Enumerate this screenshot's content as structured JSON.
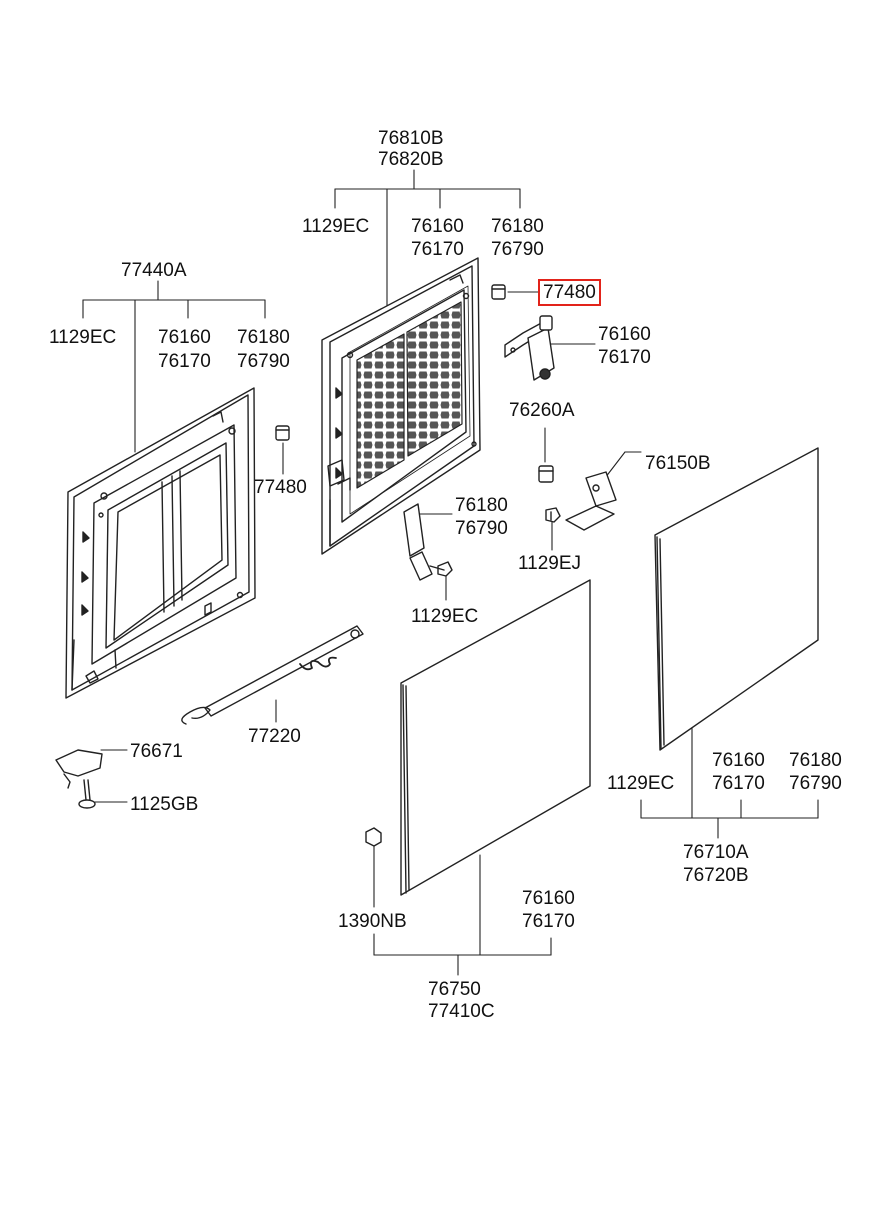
{
  "diagram": {
    "highlight_color": "#e2231a",
    "line_color": "#222222",
    "callouts": {
      "top_assembly": [
        "76810B",
        "76820B"
      ],
      "top_1129ec": "1129EC",
      "top_76160_pair": [
        "76160",
        "76170"
      ],
      "top_76180_pair": [
        "76180",
        "76790"
      ],
      "left_assembly": "77440A",
      "left_1129ec": "1129EC",
      "left_76160_pair": [
        "76160",
        "76170"
      ],
      "left_76180_pair": [
        "76180",
        "76790"
      ],
      "cap_highlighted": "77480",
      "hinge_pair": [
        "76160",
        "76170"
      ],
      "bracket_76260a": "76260A",
      "bracket_76150b": "76150B",
      "cap_mid": "77480",
      "mid_76180_pair": [
        "76180",
        "76790"
      ],
      "bolt_1129ej": "1129EJ",
      "bolt_1129ec_mid": "1129EC",
      "clip_76671": "76671",
      "bolt_1125gb": "1125GB",
      "strut_77220": "77220",
      "right_1129ec": "1129EC",
      "right_76160_pair": [
        "76160",
        "76170"
      ],
      "right_76180_pair": [
        "76180",
        "76790"
      ],
      "right_assembly": [
        "76710A",
        "76720B"
      ],
      "nut_1390nb": "1390NB",
      "bottom_76160_pair": [
        "76160",
        "76170"
      ],
      "bottom_assembly": [
        "76750",
        "77410C"
      ]
    }
  }
}
